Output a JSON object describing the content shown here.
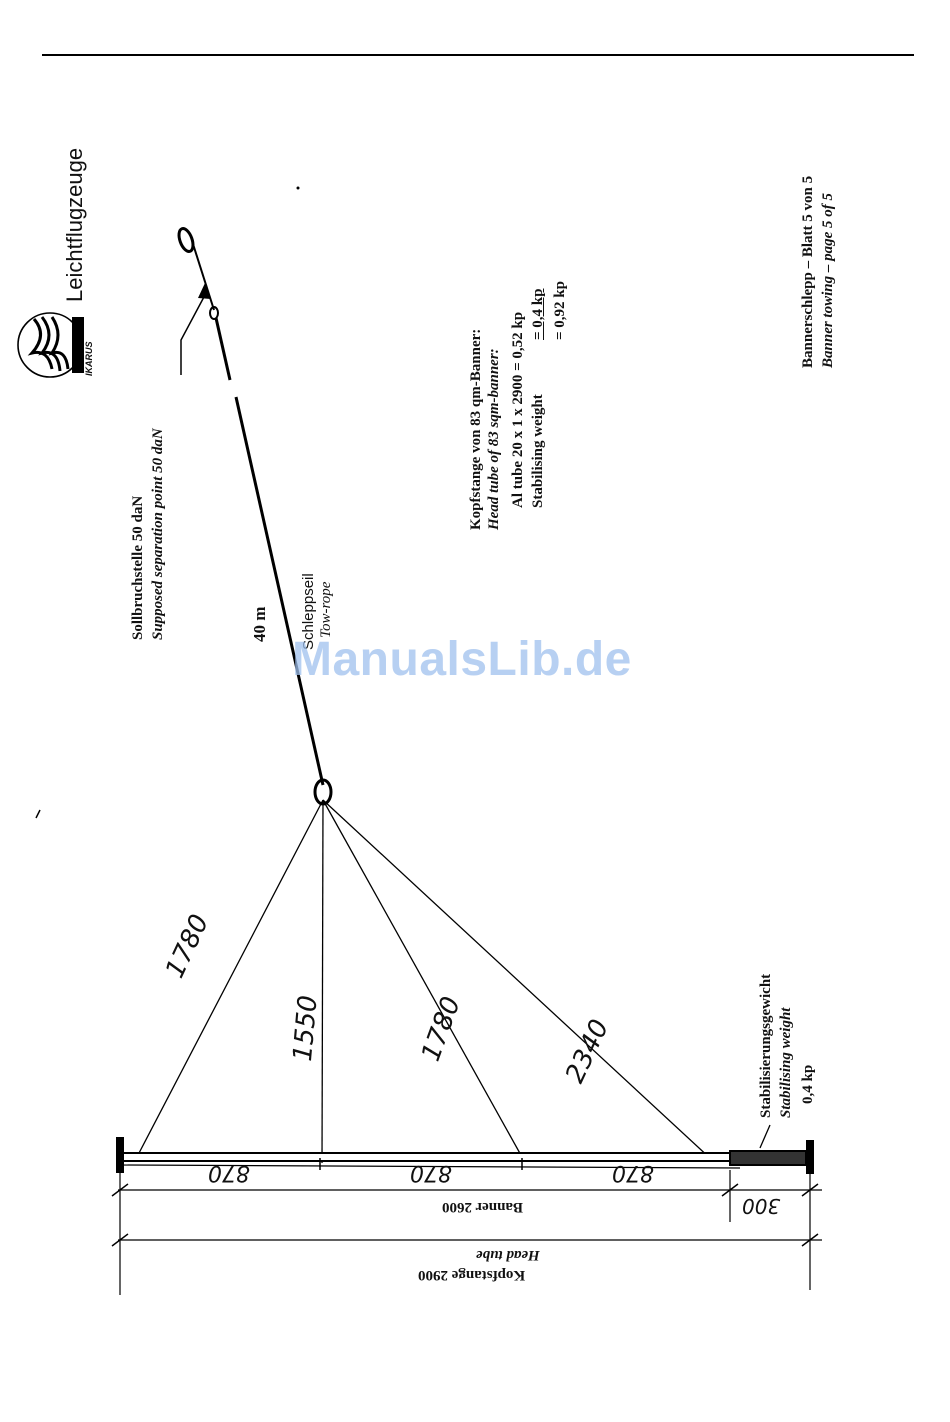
{
  "brand": {
    "name": "Leichtflugzeuge",
    "logo_text": "IKARUS"
  },
  "separation": {
    "de": "Sollbruchstelle 50 daN",
    "en": "Supposed separation point 50 daN"
  },
  "rope": {
    "length": "40 m",
    "de": "Schleppseil",
    "en": "Tow-rope"
  },
  "head_tube_info": {
    "de": "Kopfstange von 83 qm-Banner:",
    "en": "Head tube of 83 sqm-banner:",
    "line1_label": "Al tube 20 x 1 x 2900 = 0,52 kp",
    "line2_label": "Stabilising weight",
    "line2_value": "= 0,4  kp",
    "line3_value": "= 0,92 kp"
  },
  "page_label": {
    "de": "Bannerschlepp – Blatt 5 von 5",
    "en": "Banner towing – page 5 of 5"
  },
  "stabilising_weight": {
    "de": "Stabilisierungsgewicht",
    "en": "Stabilising weight",
    "value": "0,4 kp"
  },
  "bridle_lengths": [
    "1780",
    "1550",
    "1780",
    "2340"
  ],
  "segments": [
    "870",
    "870",
    "870"
  ],
  "dimensions": {
    "weight_length": "300",
    "banner": "Banner 2600",
    "head_tube_de": "Kopfstange 2900",
    "head_tube_en": "Head tube"
  },
  "watermark": "ManualsLib.de"
}
